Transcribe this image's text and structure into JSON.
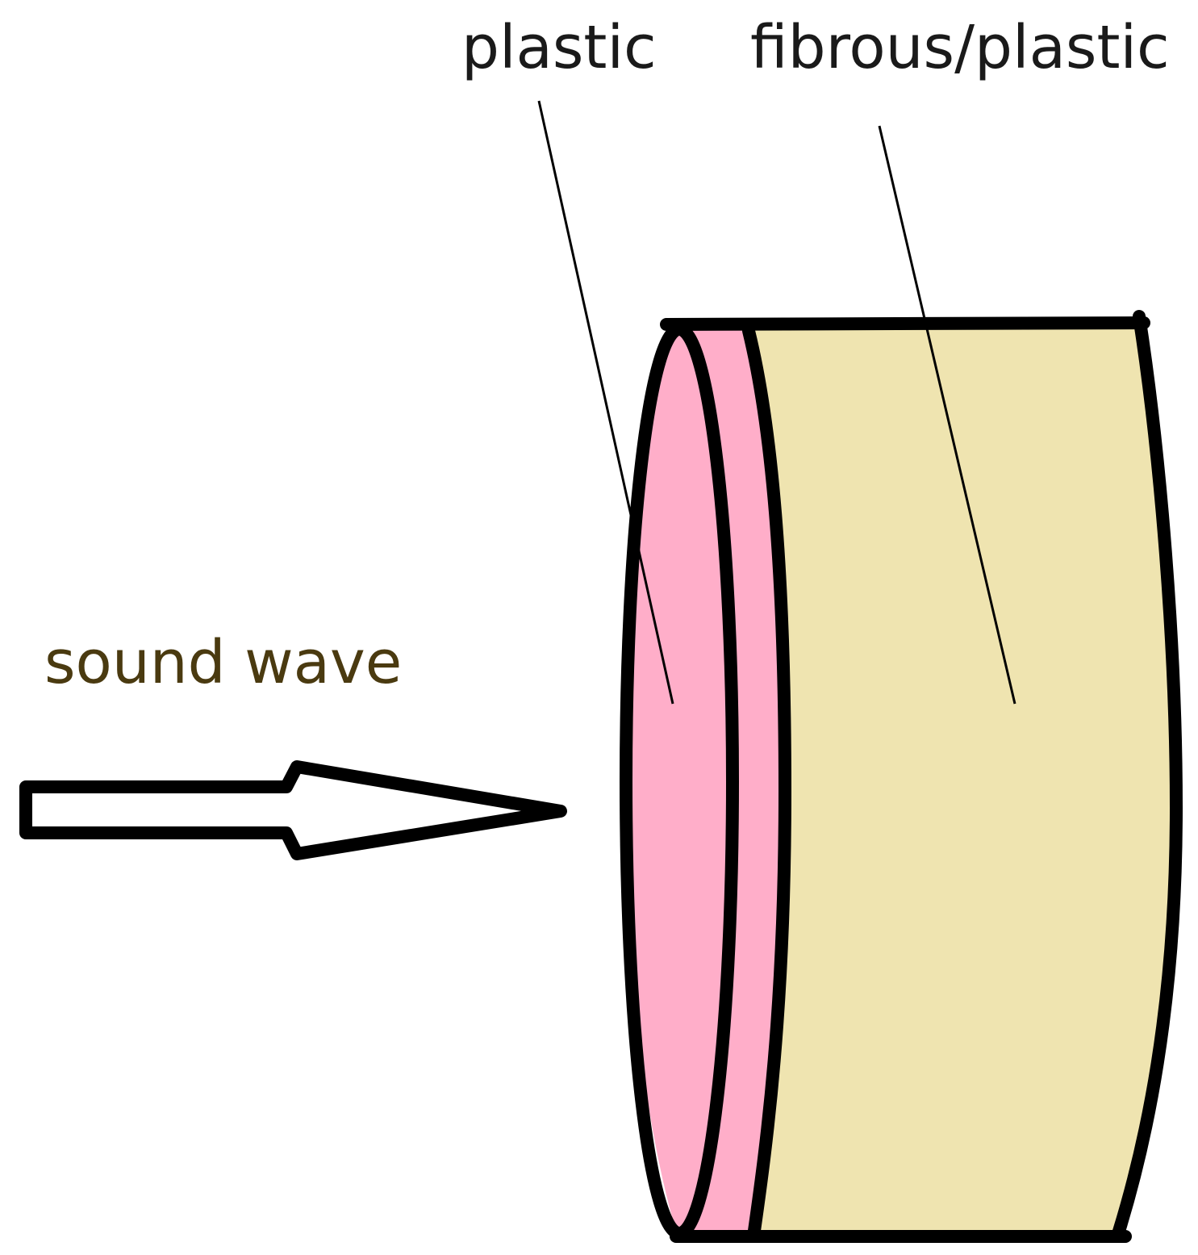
{
  "labels": {
    "plastic": "plastic",
    "fibrous_plastic": "fibrous/plastic",
    "sound_wave": "sound wave"
  },
  "colors": {
    "plastic_layer": "#FFAEC9",
    "fibrous_layer": "#EFE4B0",
    "outline": "#000000",
    "sound_wave_text": "#4a3a10",
    "label_text": "#1a1a1a"
  }
}
